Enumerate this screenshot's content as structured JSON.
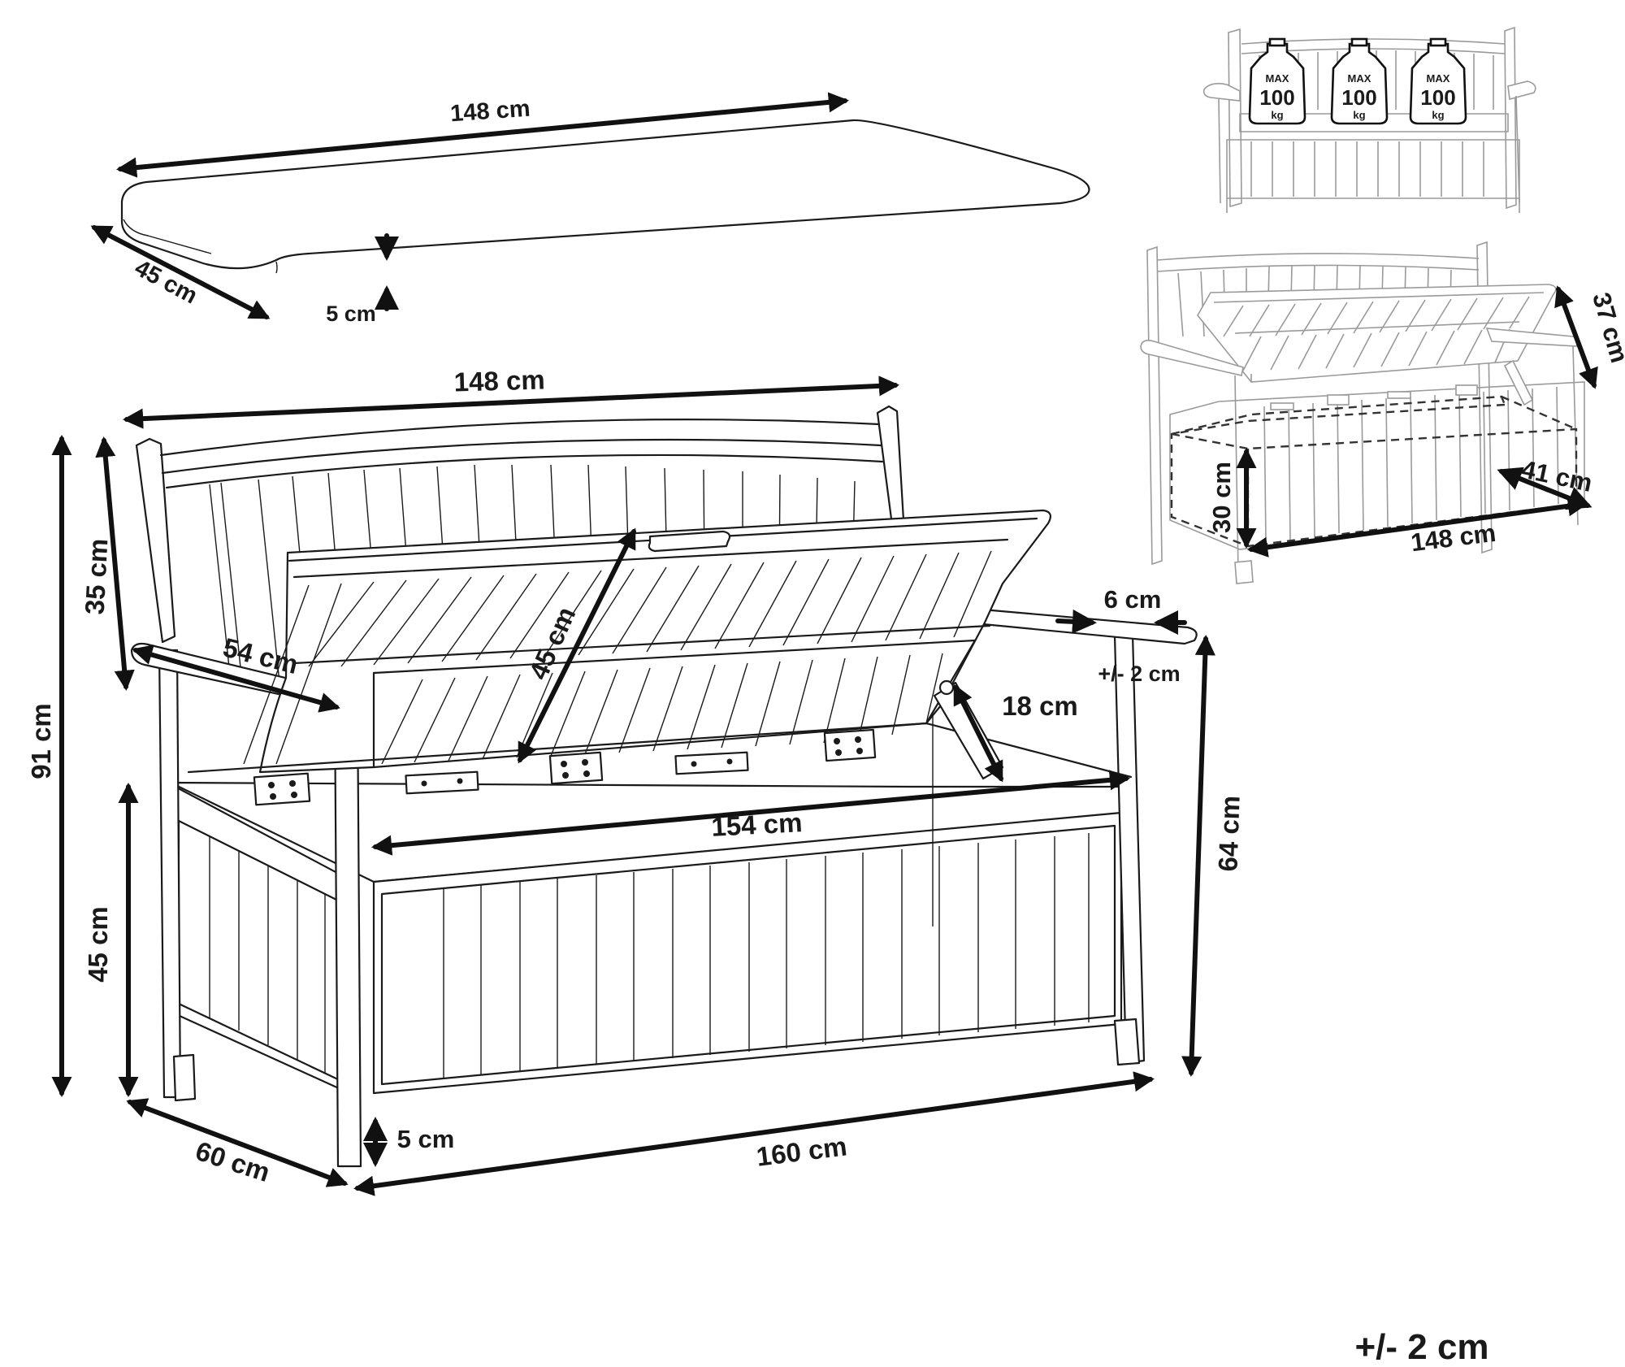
{
  "cushion": {
    "length": "148 cm",
    "depth": "45 cm",
    "thickness": "5 cm"
  },
  "bench": {
    "backrest_width": "148 cm",
    "backrest_height": "35 cm",
    "total_height": "91 cm",
    "seat_height": "45 cm",
    "armrest_depth": "54 cm",
    "lid_depth": "45 cm",
    "inner_width": "154 cm",
    "gas_strut": "18 cm",
    "armrest_width": "6 cm",
    "armrest_tolerance": "+/- 2 cm",
    "armrest_height": "64 cm",
    "depth": "60 cm",
    "leg_clearance": "5 cm",
    "total_width": "160 cm"
  },
  "load_badges": [
    {
      "top": "MAX",
      "value": "100",
      "unit": "kg"
    },
    {
      "top": "MAX",
      "value": "100",
      "unit": "kg"
    },
    {
      "top": "MAX",
      "value": "100",
      "unit": "kg"
    }
  ],
  "storage": {
    "lid_opening": "37 cm",
    "height": "30 cm",
    "depth": "41 cm",
    "width": "148 cm"
  },
  "tolerance_note": "+/- 2 cm"
}
